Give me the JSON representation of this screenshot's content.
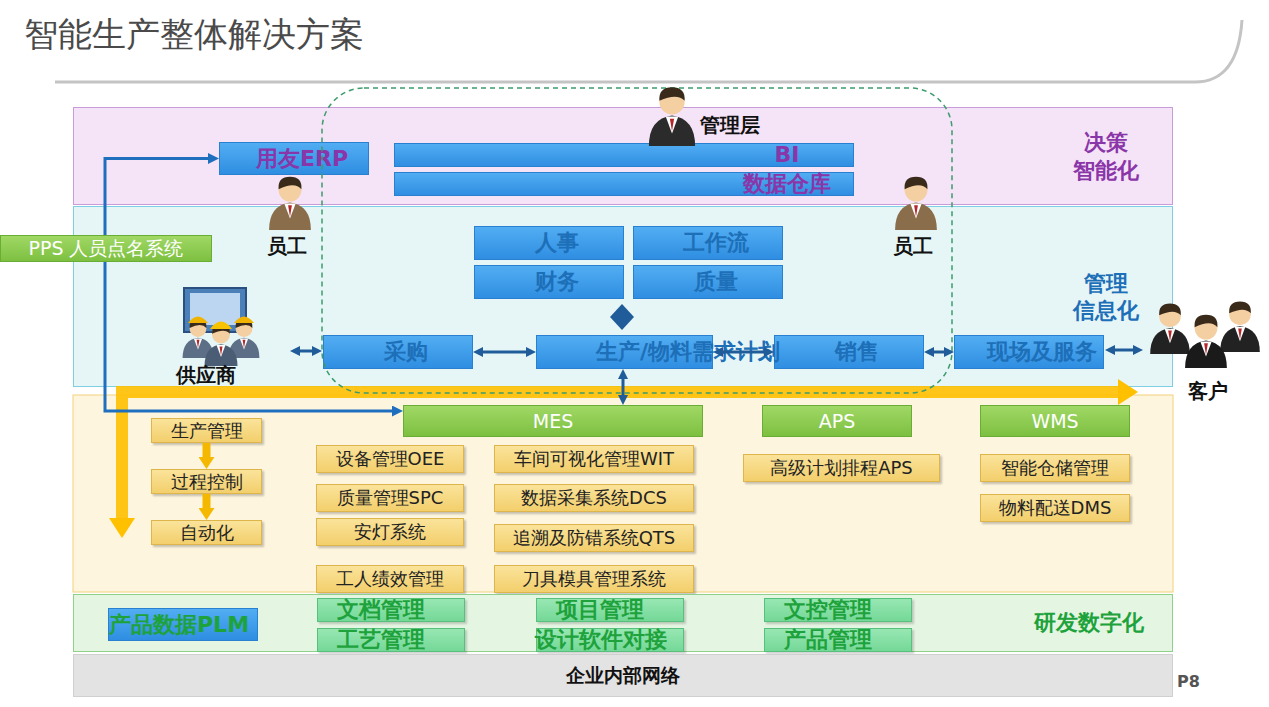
{
  "diagram": {
    "title": "智能生产整体解决方案",
    "nodes": [
      {
        "text": [
          "决策 智能化"
        ]
      },
      {
        "text": [
          "用友ERP"
        ],
        "in": 0
      },
      {
        "text": [
          "BI"
        ],
        "in": 0
      },
      {
        "text": [
          "数据仓库"
        ],
        "in": 0
      },
      {
        "text": [
          "管理 信息化"
        ]
      },
      {
        "text": [
          "人事"
        ],
        "in": 4
      },
      {
        "text": [
          "工作流"
        ],
        "in": 4
      },
      {
        "text": [
          "财务"
        ],
        "in": 4
      },
      {
        "text": [
          "质量"
        ],
        "in": 4
      },
      {
        "text": [
          "采购"
        ],
        "in": 4
      },
      {
        "text": [
          "生产/物料需求计划"
        ],
        "in": 4
      },
      {
        "text": [
          "销售"
        ],
        "in": 4
      },
      {
        "text": [
          "现场及服务"
        ],
        "in": 4
      },
      {
        "text": [
          "PPS 人员点名系统"
        ]
      },
      {
        "text": [
          "生产管理"
        ]
      },
      {
        "text": [
          "过程控制"
        ]
      },
      {
        "text": [
          "自动化"
        ]
      },
      {
        "text": [
          "MES"
        ]
      },
      {
        "text": [
          "APS"
        ]
      },
      {
        "text": [
          "WMS"
        ]
      },
      {
        "text": [
          "设备管理OEE"
        ]
      },
      {
        "text": [
          "车间可视化管理WIT"
        ]
      },
      {
        "text": [
          "质量管理SPC"
        ]
      },
      {
        "text": [
          "数据采集系统DCS"
        ]
      },
      {
        "text": [
          "安灯系统"
        ]
      },
      {
        "text": [
          "追溯及防错系统QTS"
        ]
      },
      {
        "text": [
          "工人绩效管理"
        ]
      },
      {
        "text": [
          "刀具模具管理系统"
        ]
      },
      {
        "text": [
          "高级计划排程APS"
        ]
      },
      {
        "text": [
          "智能仓储管理"
        ]
      },
      {
        "text": [
          "物料配送DMS"
        ]
      },
      {
        "text": [
          "研发数字化"
        ]
      },
      {
        "text": [
          "产品数据PLM"
        ],
        "in": 31
      },
      {
        "text": [
          "文档管理"
        ],
        "in": 31
      },
      {
        "text": [
          "项目管理"
        ],
        "in": 31
      },
      {
        "text": [
          "文控管理"
        ],
        "in": 31
      },
      {
        "text": [
          "工艺管理"
        ],
        "in": 31
      },
      {
        "text": [
          "设计软件对接"
        ],
        "in": 31
      },
      {
        "text": [
          "产品管理"
        ],
        "in": 31
      },
      {
        "text": [
          "企业内部网络"
        ]
      }
    ],
    "edges": [
      {
        "from": 13,
        "to": 1,
        "arrow": "to"
      },
      {
        "from": 13,
        "to": 17,
        "arrow": "to"
      },
      {
        "from": 9,
        "to": 10,
        "arrow": "both"
      },
      {
        "from": 10,
        "to": 11,
        "arrow": "both"
      },
      {
        "from": 11,
        "to": 12,
        "arrow": "both"
      },
      {
        "from": 10,
        "to": 17,
        "arrow": "both"
      },
      {
        "from": 14,
        "to": 15,
        "arrow": "to"
      },
      {
        "from": 15,
        "to": 16,
        "arrow": "to"
      }
    ],
    "labels": [
      "管理层",
      "员工",
      "员工",
      "供应商",
      "客户",
      "P8"
    ]
  }
}
